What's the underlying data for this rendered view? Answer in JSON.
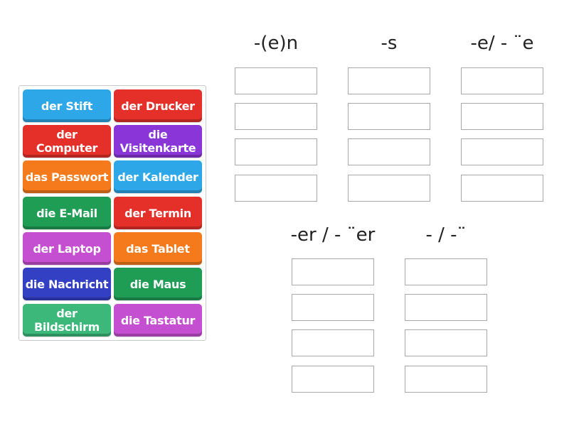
{
  "colors": {
    "blue": "#2da7e8",
    "red": "#e5302a",
    "orange": "#f57a1b",
    "purple": "#8a35d8",
    "green": "#1f9d55",
    "pink": "#c44fd1",
    "navy": "#3340c4",
    "mint": "#3cb87a"
  },
  "tiles": [
    {
      "label": "der Stift",
      "color": "blue"
    },
    {
      "label": "der Drucker",
      "color": "red"
    },
    {
      "label": "der\nComputer",
      "color": "red"
    },
    {
      "label": "die\nVisitenkarte",
      "color": "purple"
    },
    {
      "label": "das Passwort",
      "color": "orange"
    },
    {
      "label": "der Kalender",
      "color": "blue"
    },
    {
      "label": "die E-Mail",
      "color": "green"
    },
    {
      "label": "der Termin",
      "color": "red"
    },
    {
      "label": "der Laptop",
      "color": "pink"
    },
    {
      "label": "das Tablet",
      "color": "orange"
    },
    {
      "label": "die Nachricht",
      "color": "navy"
    },
    {
      "label": "die Maus",
      "color": "green"
    },
    {
      "label": "der\nBildschirm",
      "color": "mint"
    },
    {
      "label": "die Tastatur",
      "color": "pink"
    }
  ],
  "groups": [
    {
      "label": "-(e)n"
    },
    {
      "label": "-s"
    },
    {
      "label": "-e/ - ¨e"
    },
    {
      "label": "-er / - ¨er"
    },
    {
      "label": "- / -¨"
    }
  ]
}
